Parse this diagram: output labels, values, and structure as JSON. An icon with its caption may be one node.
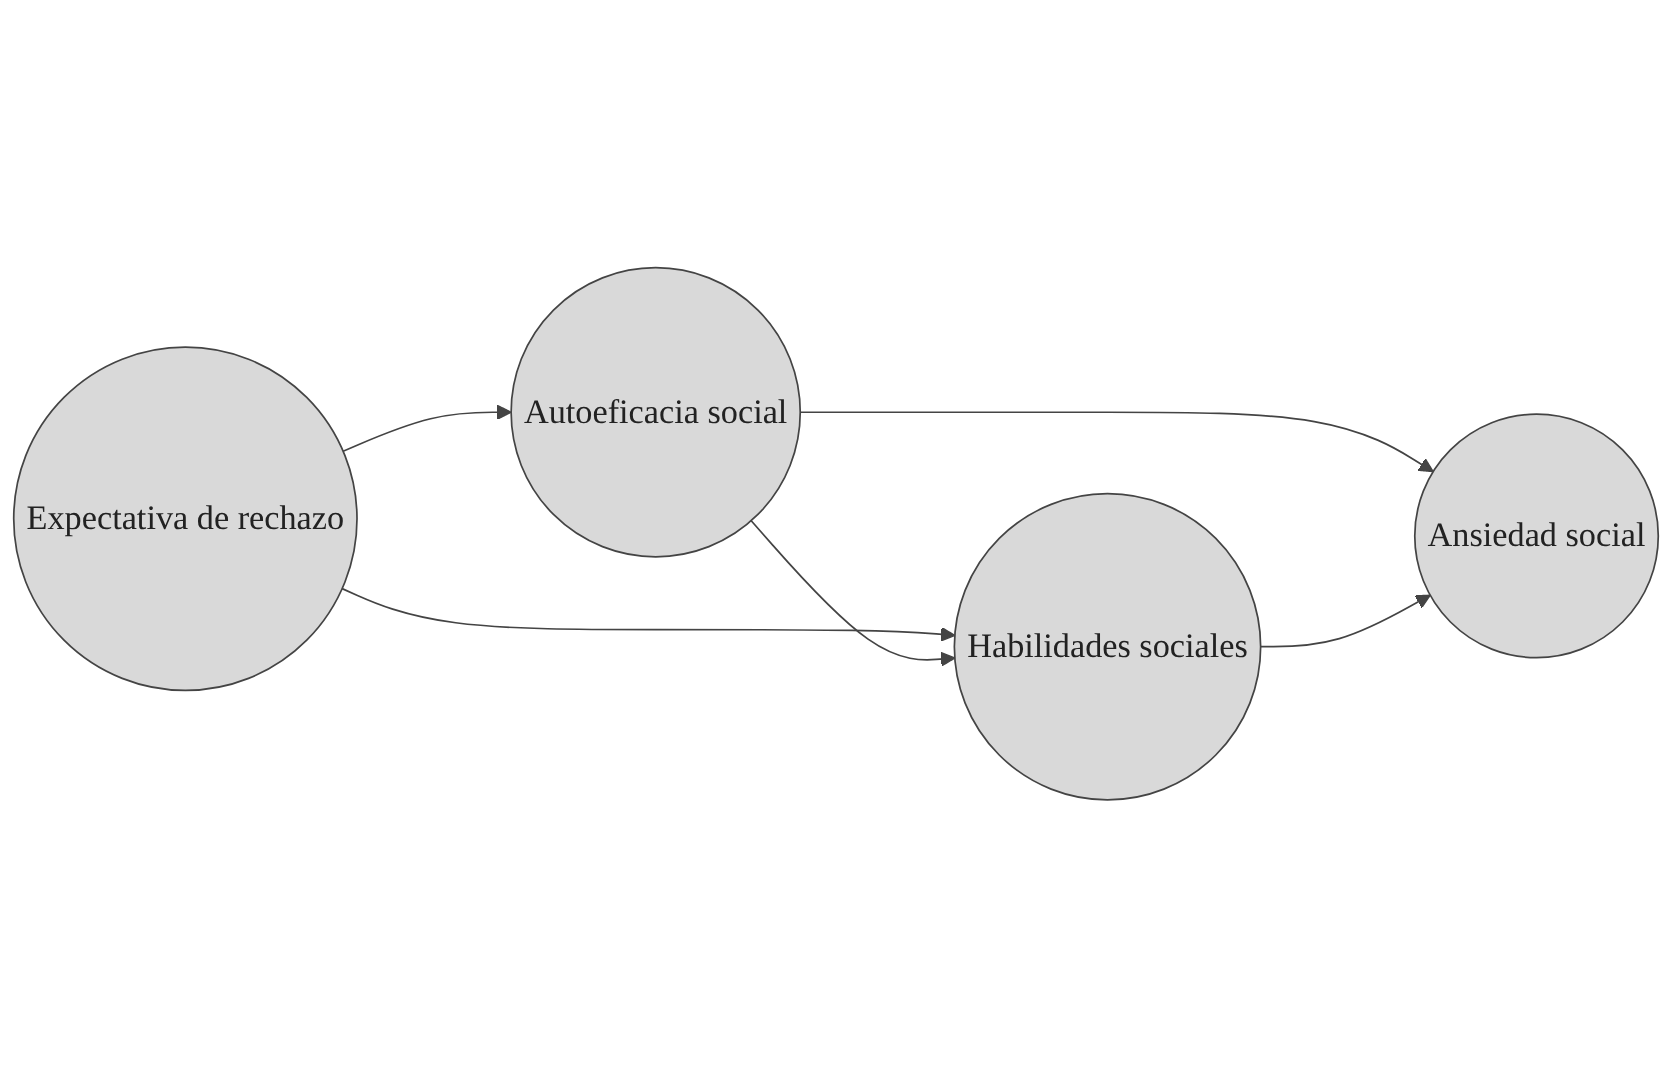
{
  "diagram": {
    "nodes": [
      {
        "text": [
          "Expectativa de rechazo"
        ]
      },
      {
        "text": [
          "Autoeficacia social"
        ]
      },
      {
        "text": [
          "Habilidades sociales"
        ]
      },
      {
        "text": [
          "Ansiedad social"
        ]
      }
    ],
    "edges": [
      {
        "from": 0,
        "to": 1,
        "arrow": "to"
      },
      {
        "from": 0,
        "to": 2,
        "arrow": "to"
      },
      {
        "from": 1,
        "to": 2,
        "arrow": "to"
      },
      {
        "from": 1,
        "to": 3,
        "arrow": "to"
      },
      {
        "from": 2,
        "to": 3,
        "arrow": "to"
      }
    ]
  }
}
